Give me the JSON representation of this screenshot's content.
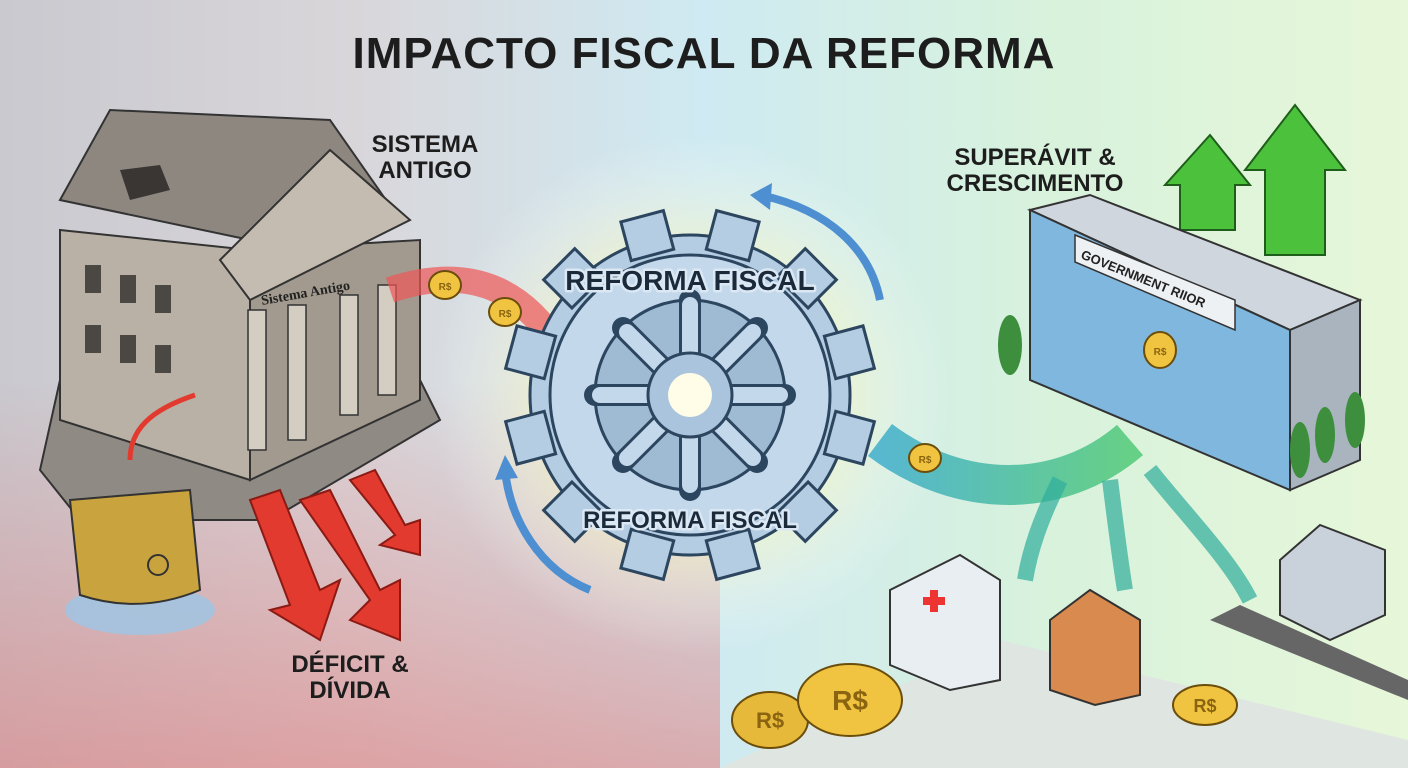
{
  "title": "IMPACTO FISCAL DA REFORMA",
  "labels": {
    "old_system": "SISTEMA ANTIGO",
    "surplus": "SUPERÁVIT & CRESCIMENTO",
    "deficit": "DÉFICIT & DÍVIDA"
  },
  "building_sign": "Sistema Antigo",
  "gear": {
    "top_text": "REFORMA FISCAL",
    "bottom_text": "REFORMA FISCAL"
  },
  "government_sign": "GOVERNMENT RIIOR",
  "coin_label": "R$",
  "colors": {
    "red_arrow": "#e23a2e",
    "green_arrow": "#4cc23c",
    "gear": "#a9c4dc",
    "blue_arrow": "#4d8fd0"
  }
}
